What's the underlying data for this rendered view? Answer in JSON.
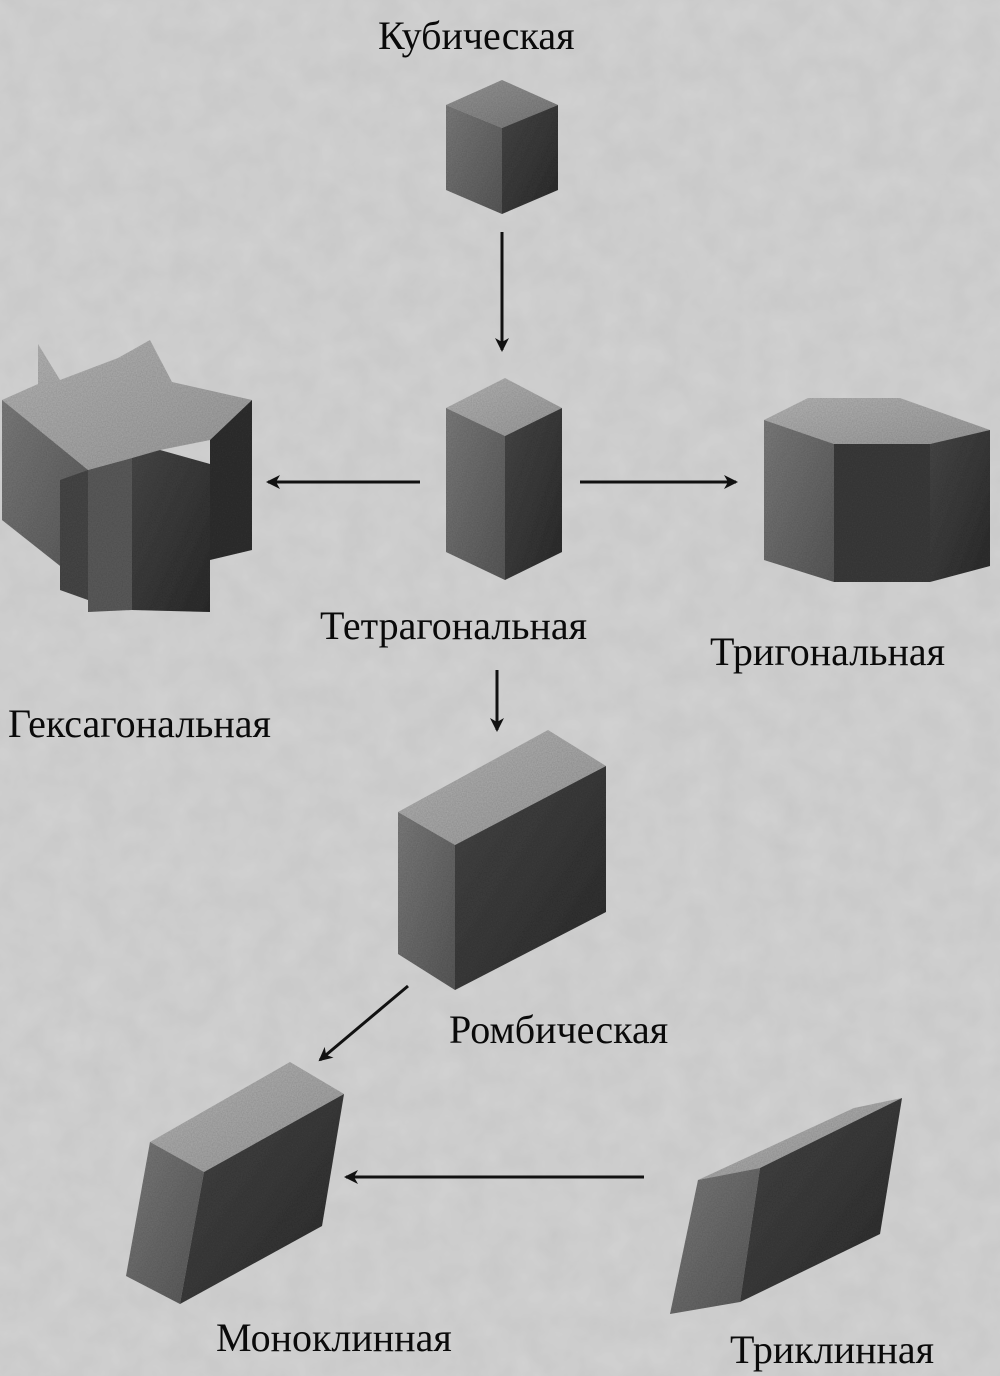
{
  "labels": {
    "cubic": "Кубическая",
    "tetragonal": "Тетрагональная",
    "trigonal": "Тригональная",
    "hexagonal": "Гексагональная",
    "rhombic": "Ромбическая",
    "monoclinic": "Моноклинная",
    "triclinic": "Триклинная"
  },
  "colors": {
    "background": "#cbcbcb",
    "face_light": "#8a8a8a",
    "face_mid": "#6a6a6a",
    "face_dark": "#3e3e3e",
    "arrow": "#111111",
    "text": "#0a0a0a"
  }
}
